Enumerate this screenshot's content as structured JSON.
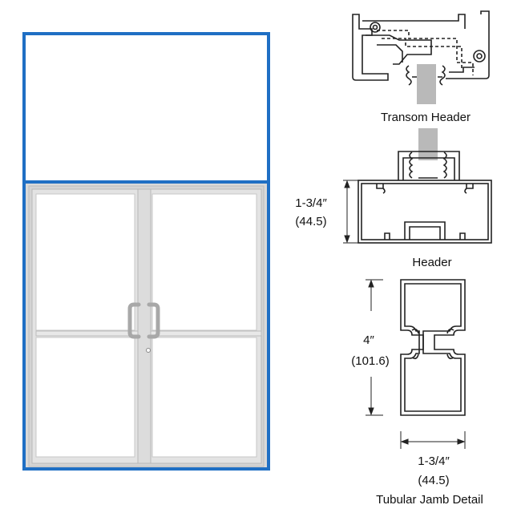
{
  "labels": {
    "transom_header": "Transom Header",
    "header": "Header",
    "header_dim_in": "1-3/4″",
    "header_dim_mm": "(44.5)",
    "jamb_height_in": "4″",
    "jamb_height_mm": "(101.6)",
    "jamb_width_in": "1-3/4″",
    "jamb_width_mm": "(44.5)",
    "tubular_jamb": "Tubular Jamb Detail"
  },
  "colors": {
    "transom_frame": "#1f6fc4",
    "door_frame": "#c8c8c8",
    "outline": "#222222",
    "glass_insert": "#b9b9b9"
  }
}
